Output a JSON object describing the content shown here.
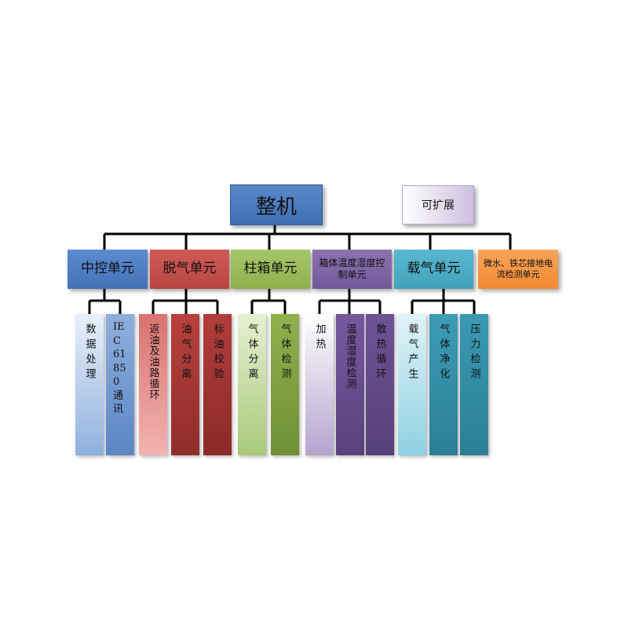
{
  "root": {
    "label": "整机"
  },
  "extension": {
    "label": "可扩展"
  },
  "units": [
    {
      "label": "中控单元",
      "color": "#4f81bd"
    },
    {
      "label": "脱气单元",
      "color": "#c0504d"
    },
    {
      "label": "柱箱单元",
      "color": "#9bbb59"
    },
    {
      "label": "箱体温度湿度控制单元",
      "color": "#8064a2"
    },
    {
      "label": "载气单元",
      "color": "#4bacc6"
    },
    {
      "label": "微水、铁芯接地电流检测单元",
      "color": "#f79646"
    }
  ],
  "modules": [
    {
      "label": "数据处理",
      "unit": 0
    },
    {
      "label": "IEC61850通讯",
      "unit": 0
    },
    {
      "label": "返油及油路循环",
      "unit": 1
    },
    {
      "label": "油气分离",
      "unit": 1
    },
    {
      "label": "标油校验",
      "unit": 1
    },
    {
      "label": "气体分离",
      "unit": 2
    },
    {
      "label": "气体检测",
      "unit": 2
    },
    {
      "label": "加热",
      "unit": 3
    },
    {
      "label": "温度湿度检测",
      "unit": 3
    },
    {
      "label": "散热循环",
      "unit": 3
    },
    {
      "label": "载气产生",
      "unit": 4
    },
    {
      "label": "气体净化",
      "unit": 4
    },
    {
      "label": "压力检测",
      "unit": 4
    }
  ]
}
